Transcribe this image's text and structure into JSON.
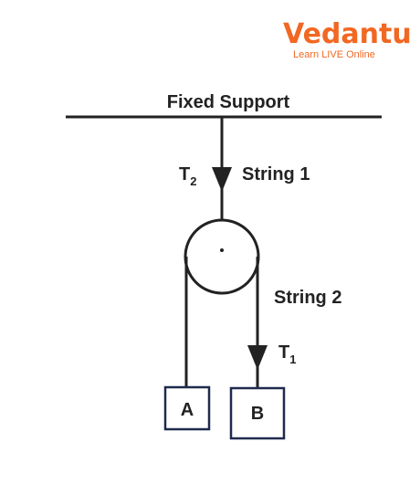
{
  "logo": {
    "brand": "Vedantu",
    "tagline": "Learn LIVE Online",
    "color": "#f26722"
  },
  "diagram": {
    "support_label": "Fixed Support",
    "string1_label": "String 1",
    "string2_label": "String 2",
    "tension_string1": {
      "symbol": "T",
      "subscript": "2"
    },
    "tension_string2": {
      "symbol": "T",
      "subscript": "1"
    },
    "block_a_label": "A",
    "block_b_label": "B",
    "line_color": "#222222",
    "block_border_color": "#1f2a4d"
  }
}
